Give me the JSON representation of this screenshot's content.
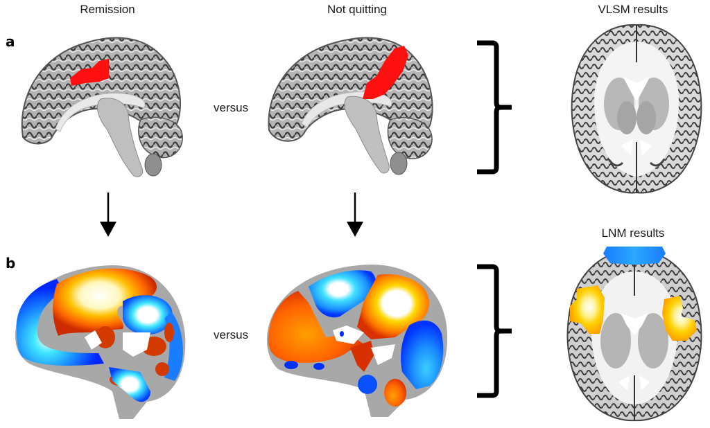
{
  "figure": {
    "columns": {
      "left": "Remission",
      "middle": "Not quitting",
      "right_top": "VLSM results",
      "right_bottom": "LNM results"
    },
    "panels": {
      "a": {
        "letter": "a",
        "comparison_label": "versus",
        "left_image": "sagittal-brain-remission-lesion",
        "middle_image": "sagittal-brain-not-quitting-lesion",
        "result_image": "axial-brain-vlsm",
        "lesion_color": "#ff1010"
      },
      "b": {
        "letter": "b",
        "comparison_label": "versus",
        "left_image": "sagittal-brain-remission-network",
        "middle_image": "sagittal-brain-not-quitting-network",
        "result_image": "axial-brain-lnm",
        "positive_colors": [
          "#cc2200",
          "#ff6a00",
          "#ffd000",
          "#ffffff"
        ],
        "negative_colors": [
          "#0026ff",
          "#1a8cff",
          "#33e0ff",
          "#ffffff"
        ]
      }
    },
    "icons": {
      "arrow_left": "down-arrow-icon",
      "arrow_middle": "down-arrow-icon",
      "bracket_top": "right-curly-bracket",
      "bracket_bottom": "right-curly-bracket"
    }
  }
}
